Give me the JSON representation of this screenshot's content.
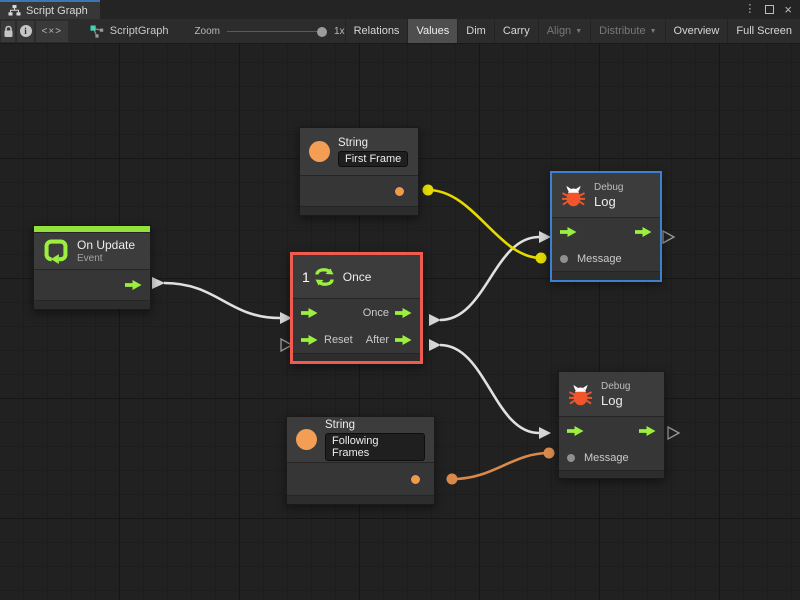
{
  "titlebar": {
    "tab": "Script Graph",
    "controls": {
      "more": "⋮",
      "close": "×"
    }
  },
  "toolbar": {
    "code_glyph": "<×>",
    "graph_label": "ScriptGraph",
    "zoom_label": "Zoom",
    "zoom_value": "1x",
    "buttons": {
      "relations": "Relations",
      "values": "Values",
      "dim": "Dim",
      "carry": "Carry",
      "align": "Align",
      "distribute": "Distribute",
      "overview": "Overview",
      "fullscreen": "Full Screen"
    },
    "dropdown_glyph": "▼",
    "values_active": true,
    "disabled_buttons": [
      "align",
      "distribute"
    ]
  },
  "nodes": {
    "on_update": {
      "title": "On Update",
      "subtitle": "Event"
    },
    "string_first": {
      "title": "String",
      "value": "First Frame"
    },
    "once": {
      "count": "1",
      "title": "Once",
      "out_once": "Once",
      "in_reset": "Reset",
      "out_after": "After",
      "selected": true
    },
    "debug_top": {
      "supertitle": "Debug",
      "title": "Log",
      "message": "Message",
      "selected": true
    },
    "debug_bottom": {
      "supertitle": "Debug",
      "title": "Log",
      "message": "Message"
    },
    "string_following": {
      "title": "String",
      "value": "Following Frames"
    }
  },
  "connections": [
    {
      "from": "on-update.flow-out",
      "to": "once.flow-in",
      "color": "#e0e0e0"
    },
    {
      "from": "once.once-out",
      "to": "debug-log-top.flow-in",
      "color": "#e0e0e0"
    },
    {
      "from": "once.after-out",
      "to": "debug-log-bottom.flow-in",
      "color": "#e0e0e0"
    },
    {
      "from": "string-first-frame.value-out",
      "to": "debug-log-top.message-in",
      "color": "#e3da00"
    },
    {
      "from": "string-following-frames.value-out",
      "to": "debug-log-bottom.message-in",
      "color": "#d8894b"
    }
  ],
  "colors": {
    "flow_green": "#9bef3f",
    "event_bar_green": "#93e23a",
    "string_orange": "#f49d54",
    "bug_orange": "#f2552b",
    "selection_red": "#f05b50",
    "selection_blue": "#3f7fd0",
    "wire_white": "#e0e0e0",
    "wire_yellow": "#e3da00",
    "wire_orange": "#d8894b",
    "canvas_bg": "#212121",
    "tab_accent_blue": "#3e76b5"
  }
}
